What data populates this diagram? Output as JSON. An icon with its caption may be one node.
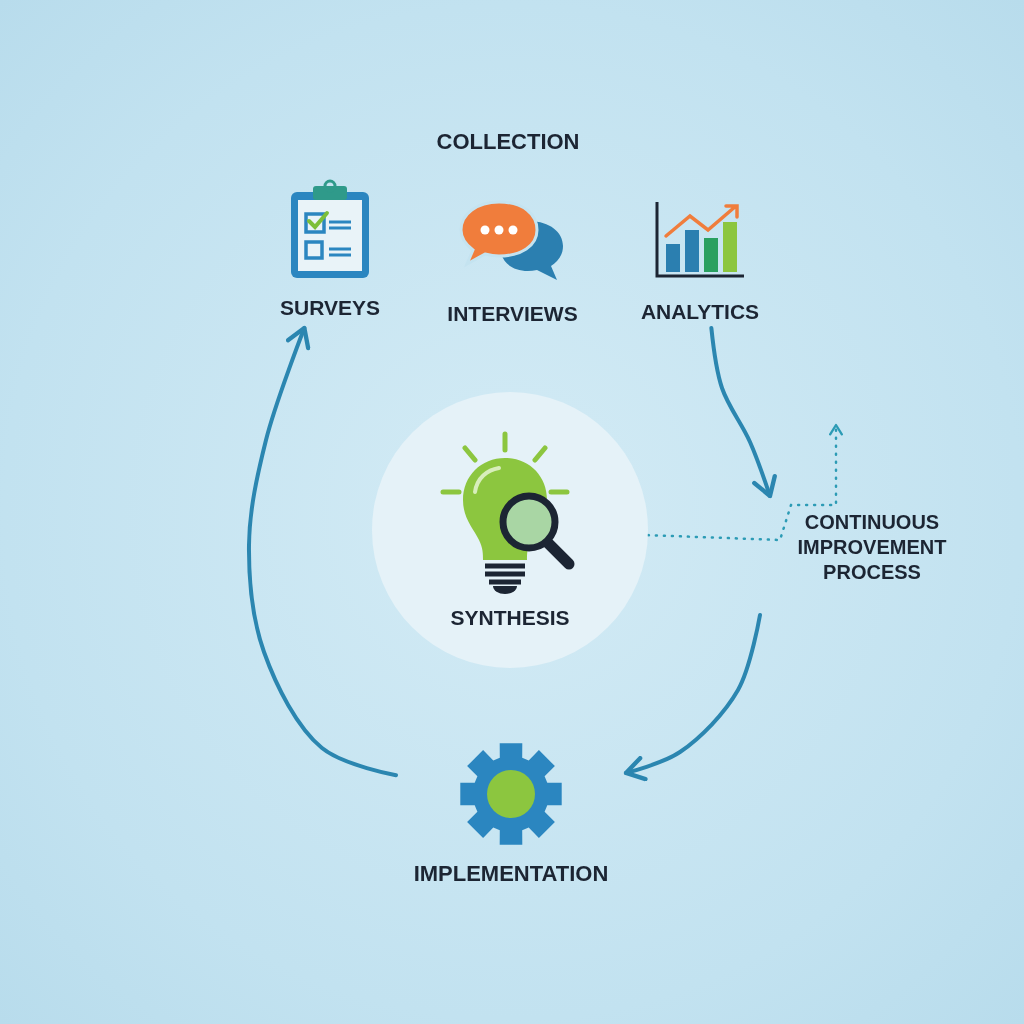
{
  "diagram": {
    "nodes": [
      {
        "text": [
          "SURVEYS"
        ]
      },
      {
        "text": [
          "INTERVIEWS"
        ]
      },
      {
        "text": [
          "ANALYTICS"
        ]
      },
      {
        "text": [
          "SYNTHESIS"
        ]
      },
      {
        "text": [
          "IMPLEMENTATION"
        ]
      }
    ],
    "edges": [
      {
        "from": 2,
        "to": null,
        "arrow": "to"
      },
      {
        "from": null,
        "to": 4,
        "arrow": "to"
      },
      {
        "from": 4,
        "to": 0,
        "arrow": "to"
      },
      {
        "from": 3,
        "to": null,
        "arrow": "to",
        "style": "dashed",
        "color": "#2c9bb5"
      }
    ],
    "labels": [
      "COLLECTION",
      "CONTINUOUS IMPROVEMENT PROCESS"
    ]
  }
}
